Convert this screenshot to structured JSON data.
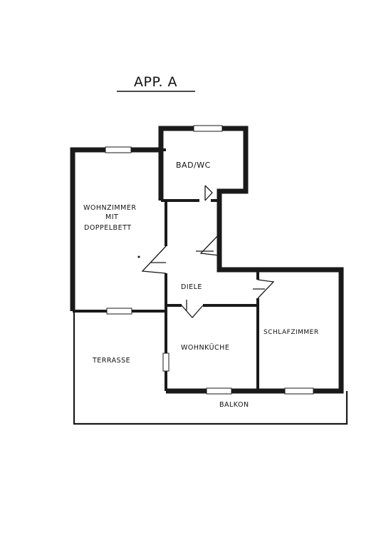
{
  "plan": {
    "title": "APP. A",
    "rooms": {
      "bad_wc": "BAD/WC",
      "wohnzimmer_line1": "WOHNZIMMER",
      "wohnzimmer_line2": "MIT",
      "wohnzimmer_line3": "DOPPELBETT",
      "diele": "DIELE",
      "wohnkueche": "WOHNKÜCHE",
      "schlafzimmer": "SCHLAFZIMMER",
      "terrasse": "TERRASSE",
      "balkon": "BALKON"
    },
    "colors": {
      "wall": "#1a1a1a",
      "ink": "#111111",
      "paper": "#ffffff"
    }
  }
}
